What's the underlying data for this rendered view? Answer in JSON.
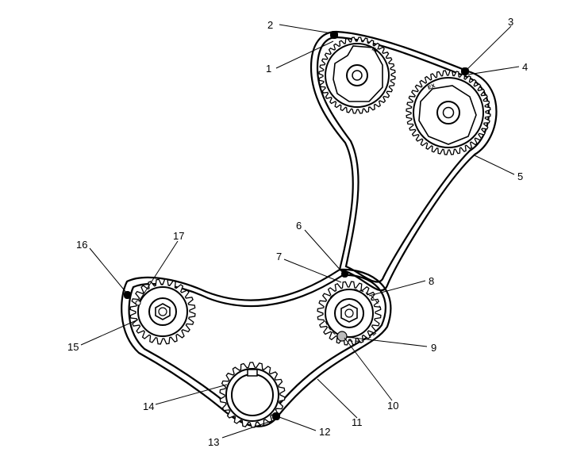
{
  "diagram": {
    "callouts": [
      "1",
      "2",
      "3",
      "4",
      "5",
      "6",
      "7",
      "8",
      "9",
      "10",
      "11",
      "12",
      "13",
      "14",
      "15",
      "16",
      "17"
    ],
    "stamps": {
      "intake": "IN",
      "exhaust": "EX"
    },
    "colors": {
      "line": "#000000",
      "background": "#ffffff",
      "marker": "#000000"
    }
  }
}
